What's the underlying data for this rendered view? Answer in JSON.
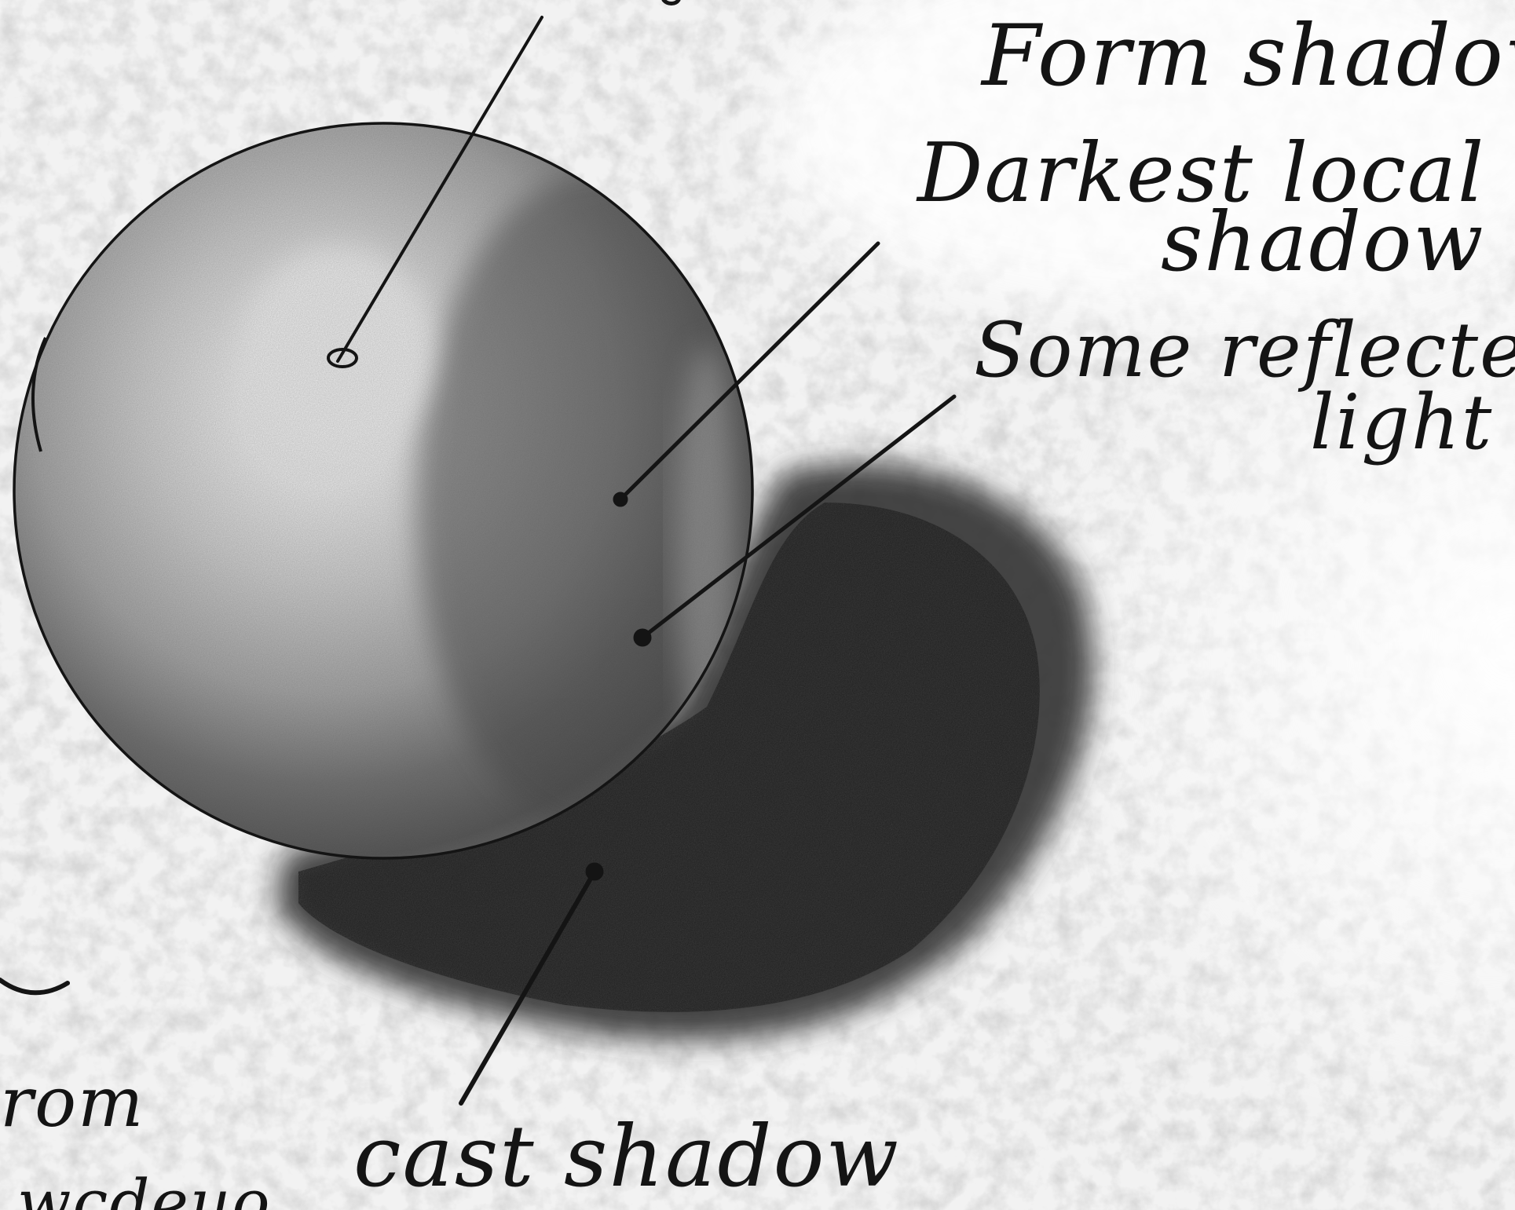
{
  "annotations": {
    "form_shadow": "Form shadow.",
    "darkest_line1": "Darkest local",
    "darkest_line2": "shadow",
    "reflected_line1": "Some reflected",
    "reflected_line2": "light",
    "cast_shadow": "cast shadow",
    "left_fragment": "rom",
    "bottom_fragment": "wcdeuo"
  },
  "colors": {
    "paper": "#f7f7f7",
    "ink": "#141414",
    "graphite": "#2a2a2a",
    "highlight": "#ffffff"
  }
}
